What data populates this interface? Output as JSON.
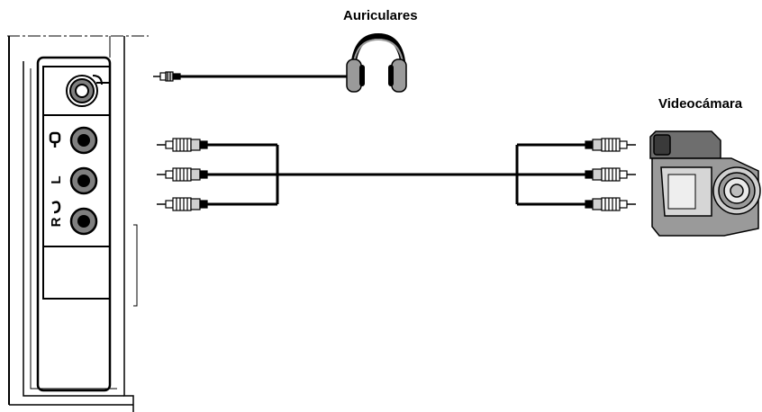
{
  "labels": {
    "headphones": "Auriculares",
    "camcorder": "Videocámara"
  },
  "panel": {
    "jack_marks": [
      "L",
      "R"
    ]
  },
  "icons": {
    "headphones": "headphones-icon",
    "camcorder": "camcorder-icon",
    "video_jack_symbol": "video-symbol-icon",
    "audio_jack_symbol": "audio-note-icon",
    "headphone_jack_symbol": "headphone-jack-icon"
  },
  "colors": {
    "line": "#000000",
    "jack_ring": "#7f7f7f",
    "device_body": "#9a9a9a",
    "device_light": "#d6d6d6"
  }
}
